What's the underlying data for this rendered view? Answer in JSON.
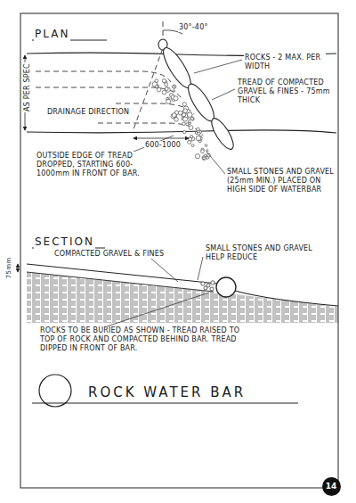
{
  "diagram": {
    "title": "ROCK WATER BAR",
    "nodes": [
      {
        "text": [
          "14"
        ]
      }
    ],
    "labels": [
      "PLAN",
      "30°-40°",
      "AS PER SPEC",
      "ROCKS - 2 MAX. PER WIDTH",
      "TREAD OF COMPACTED GRAVEL & FINES - 75mm THICK",
      "DRAINAGE DIRECTION",
      "600-1000",
      "OUTSIDE EDGE OF TREAD DROPPED, STARTING 600-1000mm IN FRONT OF BAR.",
      "SMALL STONES AND GRAVEL (25mm MIN.) PLACED ON HIGH SIDE OF WATERBAR",
      "SECTION",
      "COMPACTED GRAVEL & FINES",
      "SMALL STONES AND GRAVEL HELP REDUCE",
      "75mm",
      "ROCKS TO BE BURIED AS SHOWN - TREAD RAISED TO TOP OF ROCK AND COMPACTED BEHIND BAR. TREAD DIPPED IN FRONT OF BAR."
    ]
  }
}
